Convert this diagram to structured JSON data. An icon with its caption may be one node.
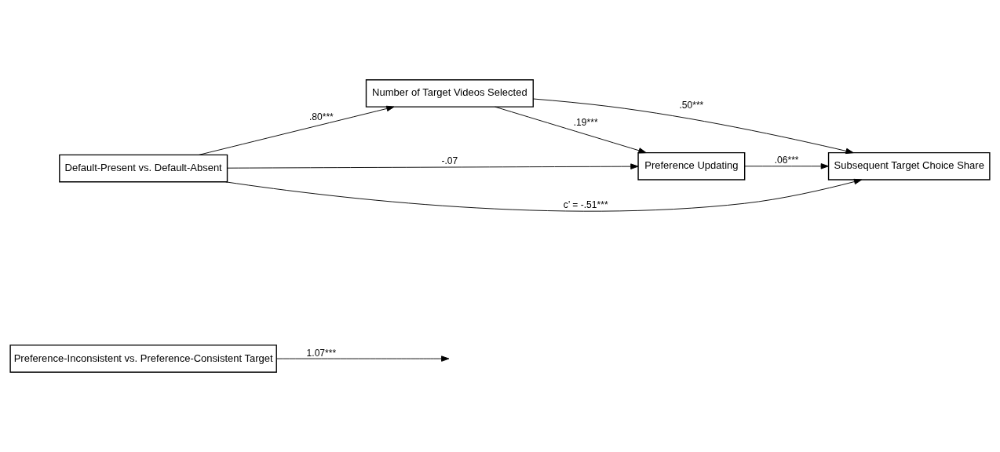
{
  "diagram": {
    "nodes": [
      {
        "text": [
          "Preference-Inconsistent vs. Preference-Consistent Target"
        ]
      },
      {
        "text": [
          "Number of Target Videos Selected"
        ]
      },
      {
        "text": [
          "Preference Updating"
        ]
      },
      {
        "text": [
          "Default-Present vs. Default-Absent"
        ]
      },
      {
        "text": [
          "Subsequent Target Choice Share"
        ]
      }
    ],
    "edges": [
      {
        "from": 0,
        "to": null,
        "arrow": "to",
        "label": "1.07***"
      },
      {
        "from": 3,
        "to": 1,
        "arrow": "to",
        "label": ".80***"
      },
      {
        "from": 1,
        "to": 2,
        "arrow": "to",
        "label": ".19***"
      },
      {
        "from": 2,
        "to": 4,
        "arrow": "to",
        "label": ".06***"
      },
      {
        "from": 1,
        "to": 4,
        "arrow": "to",
        "label": ".50***"
      },
      {
        "from": 3,
        "to": 2,
        "arrow": "to",
        "label": "-.07"
      },
      {
        "from": 3,
        "to": 4,
        "arrow": "to",
        "label": "c’ = -.51***"
      }
    ]
  }
}
